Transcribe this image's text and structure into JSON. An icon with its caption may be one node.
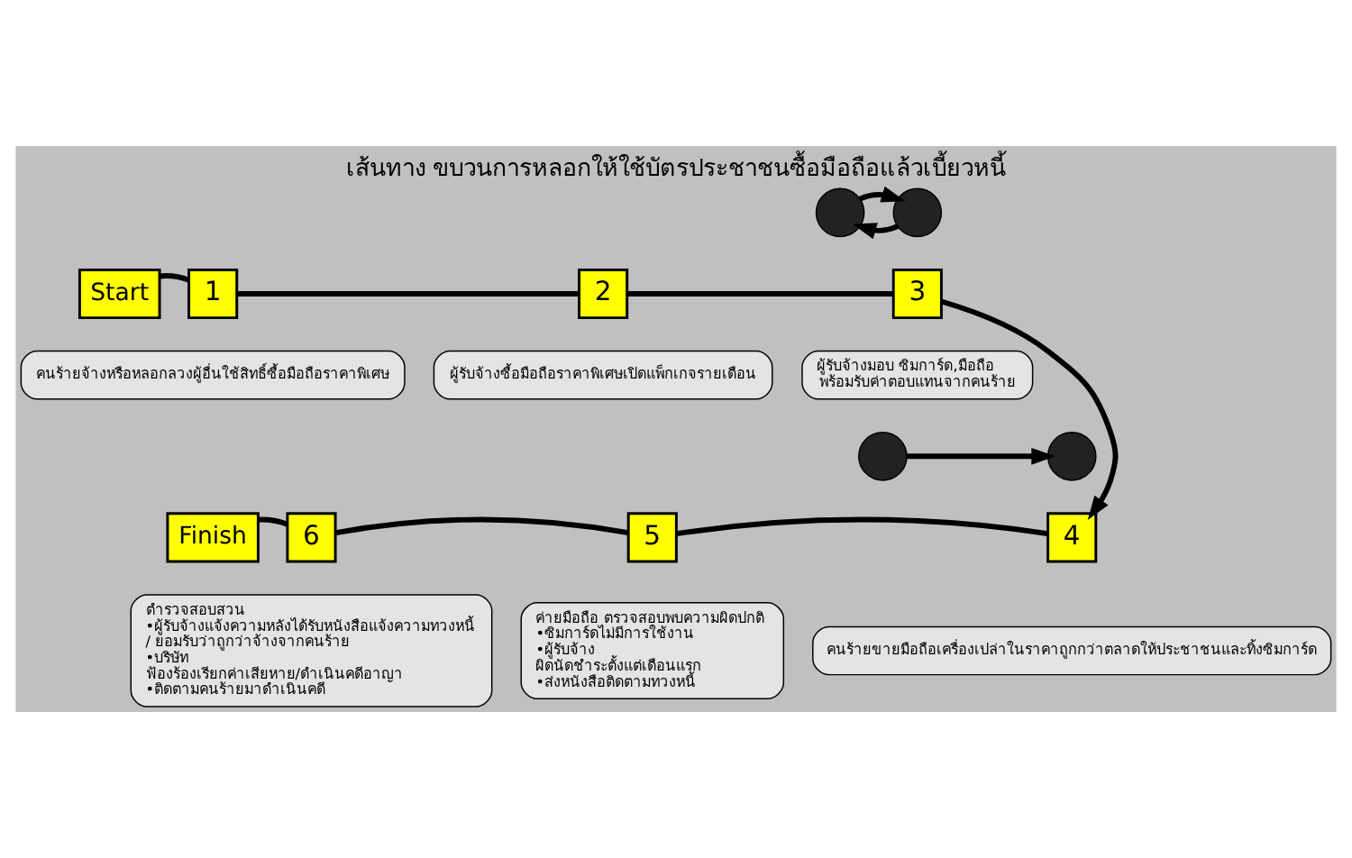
{
  "diagram": {
    "title": "เส้นทาง ขบวนการหลอกให้ใช้บัตรประชาชนซื้อมือถือแล้วเบี้ยวหนี้",
    "nodes": [
      {
        "text": [
          "Start"
        ]
      },
      {
        "text": [
          "1"
        ]
      },
      {
        "text": [
          "คนร้ายจ้างหรือหลอกลวงผู้อื่นใช้สิทธิ์ซื้อมือถือราคาพิเศษ"
        ]
      },
      {
        "text": [
          "2"
        ]
      },
      {
        "text": [
          "ผู้รับจ้างซื้อมือถือราคาพิเศษเปิดแพ็กเกจรายเดือน"
        ]
      },
      {
        "text": [],
        "shape": "circle"
      },
      {
        "text": [],
        "shape": "circle"
      },
      {
        "text": [
          "3"
        ]
      },
      {
        "text": [
          "ผู้รับจ้างมอบ ซิมการ์ด,มือถือ พร้อมรับค่าตอบแทนจากคนร้าย"
        ]
      },
      {
        "text": [],
        "shape": "circle"
      },
      {
        "text": [],
        "shape": "circle"
      },
      {
        "text": [
          "4"
        ]
      },
      {
        "text": [
          "คนร้ายขายมือถือเครื่องเปล่าในราคาถูกกว่าตลาดให้ประชาชนและทิ้งซิมการ์ด"
        ]
      },
      {
        "text": [
          "5"
        ]
      },
      {
        "text": [
          "ค่ายมือถือ ตรวจสอบพบความผิดปกติ",
          "•ซิมการ์ดไม่มีการใช้งาน",
          "•ผู้รับจ้าง ผิดนัดชำระตั้งแต่เดือนแรก",
          "•ส่งหนังสือติดตามทวงหนี้"
        ]
      },
      {
        "text": [
          "6"
        ]
      },
      {
        "text": [
          "ตำรวจสอบสวน",
          "•ผู้รับจ้างแจ้งความหลังได้รับหนังสือแจ้งความทวงหนี้ / ยอมรับว่าถูกว่าจ้างจากคนร้าย",
          "•บริษัท ฟ้องร้องเรียกค่าเสียหาย/ดำเนินคดีอาญา",
          "•ติดตามคนร้ายมาดำเนินคดี"
        ]
      },
      {
        "text": [
          "Finish"
        ]
      }
    ],
    "edges": [
      {
        "from": 0,
        "to": 1,
        "arrow": "none"
      },
      {
        "from": 1,
        "to": 3,
        "arrow": "none"
      },
      {
        "from": 3,
        "to": 7,
        "arrow": "none"
      },
      {
        "from": 6,
        "to": 5,
        "arrow": "to"
      },
      {
        "from": 5,
        "to": 6,
        "arrow": "to"
      },
      {
        "from": 7,
        "to": 11,
        "arrow": "to"
      },
      {
        "from": 9,
        "to": 10,
        "arrow": "to"
      },
      {
        "from": 11,
        "to": 13,
        "arrow": "none"
      },
      {
        "from": 13,
        "to": 15,
        "arrow": "none"
      },
      {
        "from": 15,
        "to": 17,
        "arrow": "none"
      }
    ]
  }
}
